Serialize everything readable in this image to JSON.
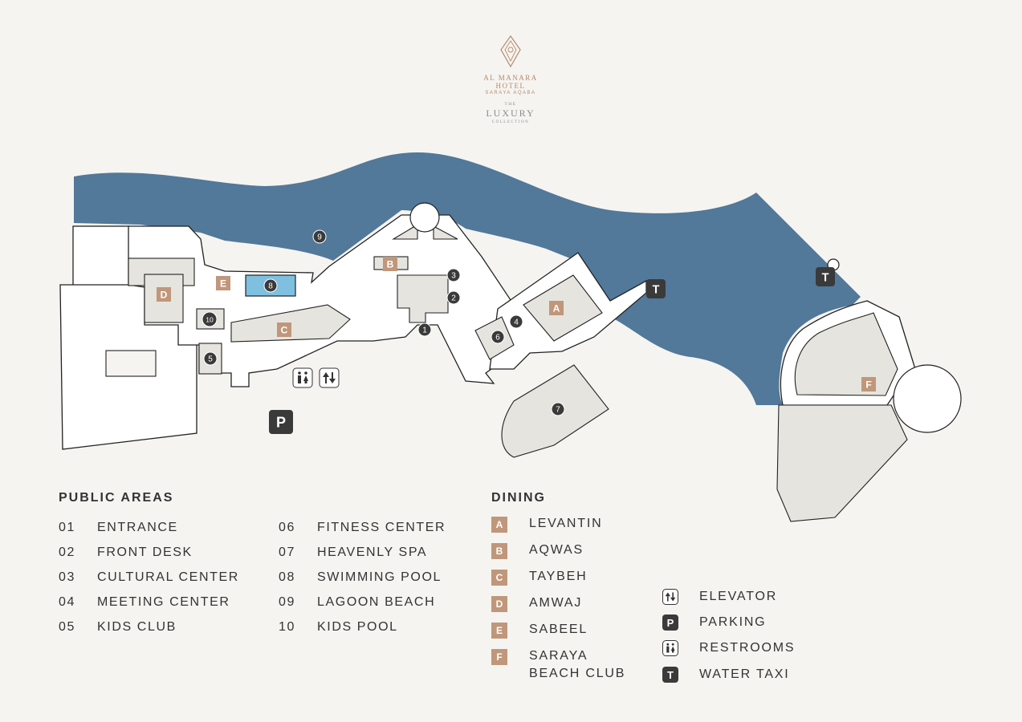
{
  "brand": {
    "hotel_line1": "AL MANARA",
    "hotel_line2": "HOTEL",
    "hotel_sub": "SARAYA AQABA",
    "collection_the": "THE",
    "collection_name": "LUXURY",
    "collection_word": "COLLECTION"
  },
  "colors": {
    "water": "#52789a",
    "pool": "#7fbfe0",
    "dining": "#c0977a",
    "marker": "#3a3a3a",
    "shaded": "#e6e4de",
    "background": "#f5f4f1"
  },
  "map_markers": {
    "dining": [
      "A",
      "B",
      "C",
      "D",
      "E",
      "F"
    ],
    "areas": [
      "1",
      "2",
      "3",
      "4",
      "5",
      "6",
      "7",
      "8",
      "9",
      "10"
    ],
    "parking": "P",
    "water_taxi": "T"
  },
  "public_areas": {
    "title": "PUBLIC AREAS",
    "items": [
      {
        "num": "01",
        "label": "ENTRANCE"
      },
      {
        "num": "02",
        "label": "FRONT DESK"
      },
      {
        "num": "03",
        "label": "CULTURAL CENTER"
      },
      {
        "num": "04",
        "label": "MEETING CENTER"
      },
      {
        "num": "05",
        "label": "KIDS CLUB"
      },
      {
        "num": "06",
        "label": "FITNESS CENTER"
      },
      {
        "num": "07",
        "label": "HEAVENLY SPA"
      },
      {
        "num": "08",
        "label": "SWIMMING POOL"
      },
      {
        "num": "09",
        "label": "LAGOON BEACH"
      },
      {
        "num": "10",
        "label": "KIDS POOL"
      }
    ]
  },
  "dining": {
    "title": "DINING",
    "items": [
      {
        "letter": "A",
        "label": "LEVANTIN"
      },
      {
        "letter": "B",
        "label": "AQWAS"
      },
      {
        "letter": "C",
        "label": "TAYBEH"
      },
      {
        "letter": "D",
        "label": "AMWAJ"
      },
      {
        "letter": "E",
        "label": "SABEEL"
      },
      {
        "letter": "F",
        "label": "SARAYA\nBEACH CLUB"
      }
    ]
  },
  "legend": {
    "items": [
      {
        "icon": "elevator-icon",
        "label": "ELEVATOR"
      },
      {
        "icon": "parking-icon",
        "glyph": "P",
        "label": "PARKING"
      },
      {
        "icon": "restrooms-icon",
        "label": "RESTROOMS"
      },
      {
        "icon": "water-taxi-icon",
        "glyph": "T",
        "label": "WATER TAXI"
      }
    ]
  }
}
